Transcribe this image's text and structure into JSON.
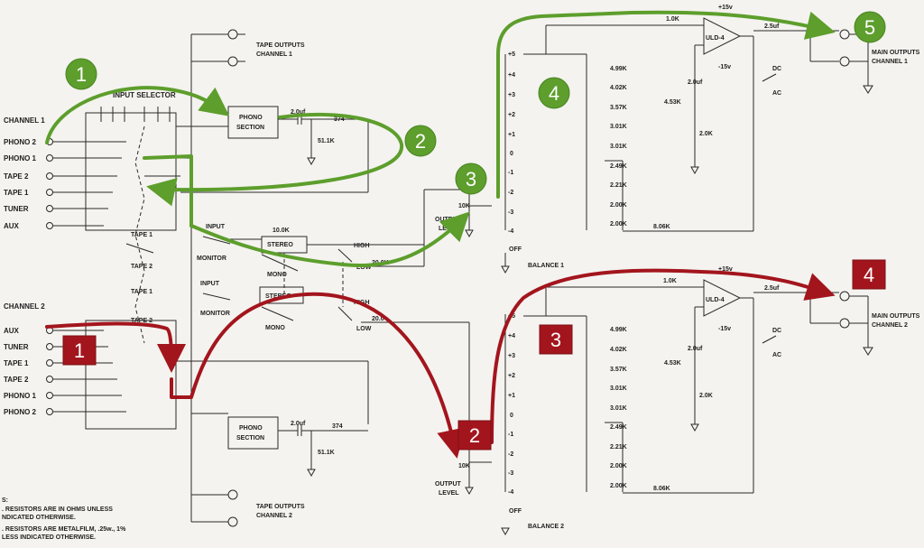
{
  "channel1": {
    "inputs": {
      "title": "CHANNEL 1",
      "items": [
        "PHONO 2",
        "PHONO 1",
        "TAPE 2",
        "TAPE 1",
        "TUNER",
        "AUX"
      ]
    },
    "input_selector": "INPUT SELECTOR",
    "phono_section": [
      "PHONO",
      "SECTION"
    ],
    "cap": "2.0uf",
    "res_374": "374",
    "res_511k": "51.1K",
    "tape_outputs": [
      "TAPE OUTPUTS",
      "CHANNEL 1"
    ],
    "tape1": "TAPE 1",
    "tape2": "TAPE 2",
    "input_label": "INPUT",
    "monitor_label": "MONITOR",
    "res_10k": "10.0K",
    "stereo": "STEREO",
    "mono": "MONO",
    "high": "HIGH",
    "low": "LOW",
    "res_20k": "20.0K",
    "output_level": [
      "OUTPUT",
      "LEVEL"
    ],
    "pot": "10K",
    "balance": "BALANCE 1",
    "off": "OFF",
    "steps": [
      "+5",
      "+4",
      "+3",
      "+2",
      "+1",
      "0",
      "-1",
      "-2",
      "-3",
      "-4"
    ],
    "ladder": [
      "4.99K",
      "4.02K",
      "3.57K",
      "3.01K",
      "3.01K",
      "2.49K",
      "2.21K",
      "2.00K",
      "2.00K"
    ],
    "res_806k": "8.06K",
    "res_10k_top": "1.0K",
    "opamp": "ULD-4",
    "vpos": "+15v",
    "vneg": "-15v",
    "res_453k": "4.53K",
    "cap2": "2.0uf",
    "res_20k_b": "2.0K",
    "cap_out": "2.5uf",
    "dc": "DC",
    "ac": "AC",
    "main_outputs": [
      "MAIN OUTPUTS",
      "CHANNEL 1"
    ]
  },
  "channel2": {
    "inputs": {
      "title": "CHANNEL 2",
      "items": [
        "AUX",
        "TUNER",
        "TAPE 1",
        "TAPE 2",
        "PHONO 1",
        "PHONO 2"
      ]
    },
    "phono_section": [
      "PHONO",
      "SECTION"
    ],
    "cap": "2.0uf",
    "res_374": "374",
    "res_511k": "51.1K",
    "tape_outputs": [
      "TAPE OUTPUTS",
      "CHANNEL 2"
    ],
    "tape1": "TAPE 1",
    "tape2": "TAPE 2",
    "input_label": "INPUT",
    "monitor_label": "MONITOR",
    "stereo": "STEREO",
    "mono": "MONO",
    "high": "HIGH",
    "low": "LOW",
    "res_20k": "20.0",
    "output_level": [
      "OUTPUT",
      "LEVEL"
    ],
    "pot": "10K",
    "balance": "BALANCE 2",
    "off": "OFF",
    "steps": [
      "+5",
      "+4",
      "+3",
      "+2",
      "+1",
      "0",
      "-1",
      "-2",
      "-3",
      "-4"
    ],
    "ladder": [
      "4.99K",
      "4.02K",
      "3.57K",
      "3.01K",
      "3.01K",
      "2.49K",
      "2.21K",
      "2.00K",
      "2.00K"
    ],
    "res_806k": "8.06K",
    "res_10k_top": "1.0K",
    "opamp": "ULD-4",
    "vpos": "+15v",
    "vneg": "-15v",
    "res_453k": "4.53K",
    "cap2": "2.0uf",
    "res_20k_b": "2.0K",
    "cap_out": "2.5uf",
    "dc": "DC",
    "ac": "AC",
    "main_outputs": [
      "MAIN OUTPUTS",
      "CHANNEL 2"
    ]
  },
  "notes": [
    "S:",
    ". RESISTORS ARE IN OHMS UNLESS",
    "NDICATED OTHERWISE.",
    ". RESISTORS ARE METALFILM, .25w., 1%",
    "LESS INDICATED OTHERWISE."
  ],
  "green_badges": [
    "1",
    "2",
    "3",
    "4",
    "5"
  ],
  "red_badges": [
    "1",
    "2",
    "3",
    "4"
  ],
  "colors": {
    "green_path": "#5d9e2c",
    "red_path": "#a3151d",
    "ink": "#2a2a2a",
    "paper": "#f4f3ef"
  }
}
